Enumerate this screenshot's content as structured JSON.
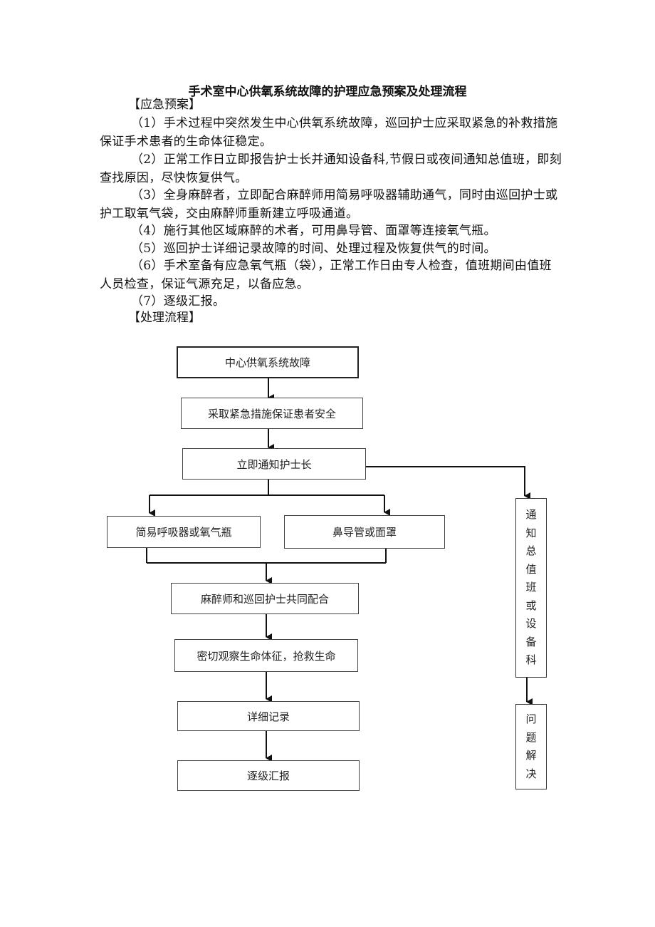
{
  "title": "手术室中心供氧系统故障的护理应急预案及处理流程",
  "plan_heading": "【应急预案】",
  "plan_items": [
    "（1）手术过程中突然发生中心供氧系统故障，巡回护士应采取紧急的补救措施保证手术患者的生命体征稳定。",
    "（2）正常工作日立即报告护士长并通知设备科,节假日或夜间通知总值班，即刻查找原因，尽快恢复供气。",
    "（3）全身麻醉者，立即配合麻醉师用简易呼吸器辅助通气，同时由巡回护士或护工取氧气袋，交由麻醉师重新建立呼吸通道。",
    "（4）施行其他区域麻醉的术者，可用鼻导管、面罩等连接氧气瓶。",
    "（5）巡回护士详细记录故障的时间、处理过程及恢复供气的时间。",
    "（6）手术室备有应急氧气瓶（袋），正常工作日由专人检查，值班期间由值班人员检查，保证气源充足，以备应急。",
    "（7）逐级汇报。"
  ],
  "flow_heading": "【处理流程】",
  "flow": {
    "fault": "中心供氧系统故障",
    "emergency": "采取紧急措施保证患者安全",
    "notify_head_nurse": "立即通知护士长",
    "simple_respirator": "简易呼吸器或氧气瓶",
    "nasal_mask": "鼻导管或面罩",
    "cooperate": "麻醉师和巡回护士共同配合",
    "observe": "密切观察生命体征，抢救生命",
    "record": "详细记录",
    "report": "逐级汇报",
    "notify_duty_chars": [
      "通",
      "知",
      "总",
      "值",
      "班",
      "或",
      "设",
      "备",
      "科"
    ],
    "resolved_chars": [
      "问",
      "题",
      "解",
      "决"
    ]
  }
}
